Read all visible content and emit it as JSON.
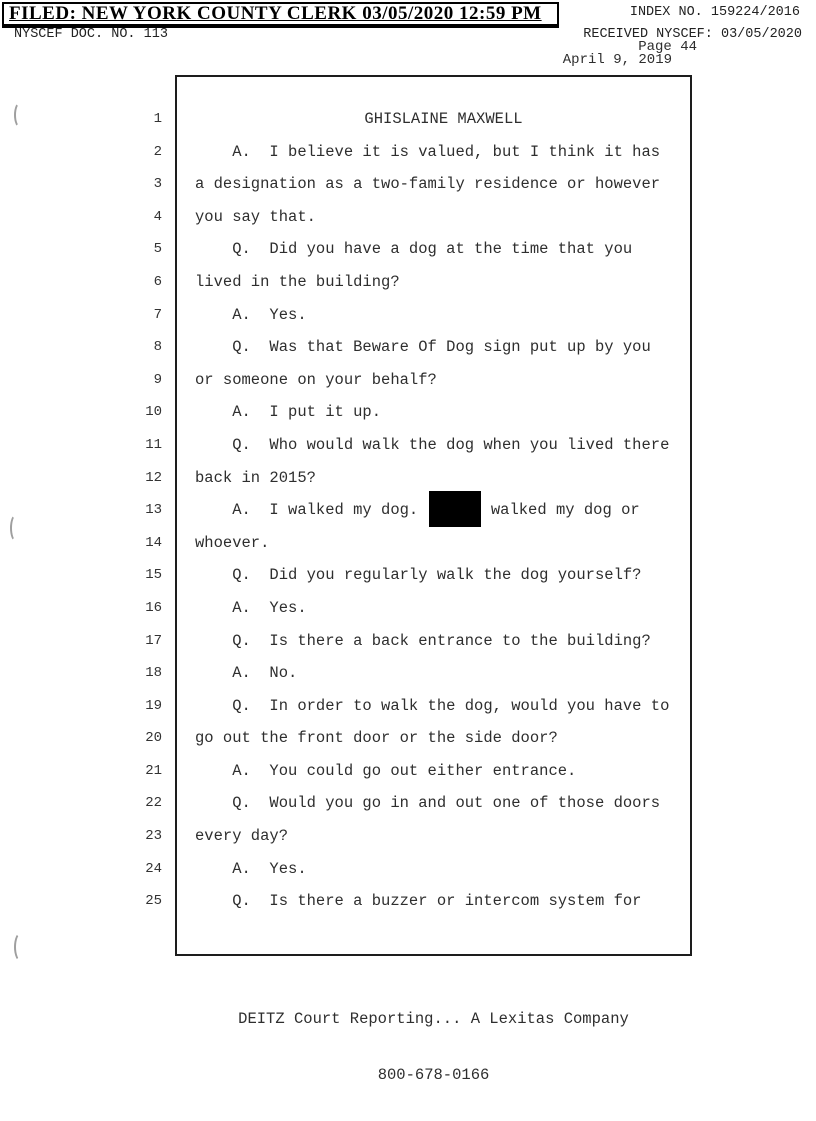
{
  "header": {
    "filed_banner": "FILED: NEW YORK COUNTY CLERK 03/05/2020 12:59 PM",
    "index_no": "INDEX NO. 159224/2016",
    "doc_no": "NYSCEF DOC. NO. 113",
    "received": "RECEIVED NYSCEF: 03/05/2020",
    "page_label": "Page 44",
    "date": "April 9, 2019"
  },
  "transcript": {
    "lines": [
      {
        "num": "1",
        "align": "center",
        "text": "GHISLAINE MAXWELL"
      },
      {
        "num": "2",
        "text": "    A.  I believe it is valued, but I think it has"
      },
      {
        "num": "3",
        "text": "a designation as a two-family residence or however"
      },
      {
        "num": "4",
        "text": "you say that."
      },
      {
        "num": "5",
        "text": "    Q.  Did you have a dog at the time that you"
      },
      {
        "num": "6",
        "text": "lived in the building?"
      },
      {
        "num": "7",
        "text": "    A.  Yes."
      },
      {
        "num": "8",
        "text": "    Q.  Was that Beware Of Dog sign put up by you"
      },
      {
        "num": "9",
        "text": "or someone on your behalf?"
      },
      {
        "num": "10",
        "text": "    A.  I put it up."
      },
      {
        "num": "11",
        "text": "    Q.  Who would walk the dog when you lived there"
      },
      {
        "num": "12",
        "text": "back in 2015?"
      },
      {
        "num": "13",
        "segments": [
          {
            "text": "    A.  I walked my dog. "
          },
          {
            "redacted": true
          },
          {
            "text": " walked my dog or"
          }
        ]
      },
      {
        "num": "14",
        "text": "whoever."
      },
      {
        "num": "15",
        "text": "    Q.  Did you regularly walk the dog yourself?"
      },
      {
        "num": "16",
        "text": "    A.  Yes."
      },
      {
        "num": "17",
        "text": "    Q.  Is there a back entrance to the building?"
      },
      {
        "num": "18",
        "text": "    A.  No."
      },
      {
        "num": "19",
        "text": "    Q.  In order to walk the dog, would you have to"
      },
      {
        "num": "20",
        "text": "go out the front door or the side door?"
      },
      {
        "num": "21",
        "text": "    A.  You could go out either entrance."
      },
      {
        "num": "22",
        "text": "    Q.  Would you go in and out one of those doors"
      },
      {
        "num": "23",
        "text": "every day?"
      },
      {
        "num": "24",
        "text": "    A.  Yes."
      },
      {
        "num": "25",
        "text": "    Q.  Is there a buzzer or intercom system for"
      }
    ]
  },
  "footer": {
    "line1": "DEITZ Court Reporting... A Lexitas Company",
    "line2": "800-678-0166"
  }
}
